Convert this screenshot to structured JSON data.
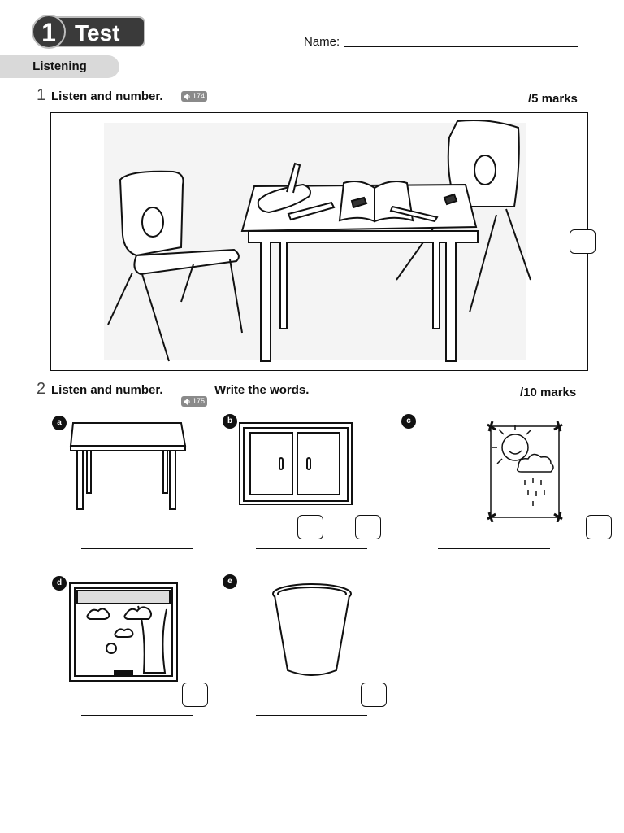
{
  "header": {
    "unit_number": "1",
    "title": "Test",
    "name_label": "Name:"
  },
  "section": {
    "label": "Listening"
  },
  "q1": {
    "number": "1",
    "instruction": "Listen and number.",
    "audio_track": "174",
    "marks": "/5 marks"
  },
  "q2": {
    "number": "2",
    "instruction": "Listen and number.",
    "instruction2": "Write the words.",
    "audio_track": "175",
    "marks": "/10 marks",
    "items": [
      {
        "letter": "a",
        "icon": "table-icon"
      },
      {
        "letter": "b",
        "icon": "cupboard-icon"
      },
      {
        "letter": "c",
        "icon": "poster-icon"
      },
      {
        "letter": "d",
        "icon": "window-icon"
      },
      {
        "letter": "e",
        "icon": "bin-icon"
      }
    ]
  }
}
